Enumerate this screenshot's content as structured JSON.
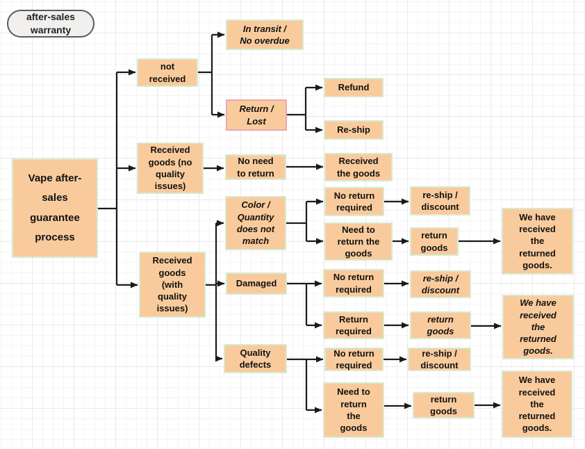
{
  "palette": {
    "node_fill": "#F9CB9C",
    "node_border_green": "#D8EACF",
    "node_border_pink": "#E9A8B2",
    "legend_fill": "#F2F0EF",
    "legend_border": "#5B5B5B",
    "arrow": "#1A1A1A",
    "grid_line": "#ECECEC"
  },
  "nodes": {
    "legend": {
      "label": "after-sales\nwarranty"
    },
    "root": {
      "label": "Vape after-\nsales\nguarantee\nprocess"
    },
    "not_received": {
      "label": "not\nreceived"
    },
    "in_transit": {
      "label": "In transit /\nNo overdue"
    },
    "return_lost": {
      "label": "Return /\nLost"
    },
    "refund": {
      "label": "Refund"
    },
    "reship": {
      "label": "Re-ship"
    },
    "received_no_quality": {
      "label": "Received\ngoods (no\nquality\nissues)"
    },
    "no_need_to_return": {
      "label": "No need\nto return"
    },
    "received_the_goods": {
      "label": "Received\nthe goods"
    },
    "color_quantity": {
      "label": "Color /\nQuantity\ndoes not\nmatch"
    },
    "no_return_required_1": {
      "label": "No return\nrequired"
    },
    "need_to_return_1": {
      "label": "Need to\nreturn the\ngoods"
    },
    "reship_discount_1": {
      "label": "re-ship /\ndiscount"
    },
    "return_goods_1": {
      "label": "return\ngoods"
    },
    "we_received_1": {
      "label": "We have\nreceived\nthe\nreturned\ngoods."
    },
    "received_with_quality": {
      "label": "Received\ngoods\n(with\nquality\nissues)"
    },
    "damaged": {
      "label": "Damaged"
    },
    "no_return_required_2": {
      "label": "No return\nrequired"
    },
    "reship_discount_2": {
      "label": "re-ship /\ndiscount"
    },
    "return_required": {
      "label": "Return\nrequired"
    },
    "return_goods_2": {
      "label": "return\ngoods"
    },
    "we_received_2": {
      "label": "We have\nreceived\nthe\nreturned\ngoods."
    },
    "quality_defects": {
      "label": "Quality\ndefects"
    },
    "no_return_required_3": {
      "label": "No return\nrequired"
    },
    "reship_discount_3": {
      "label": "re-ship /\ndiscount"
    },
    "need_to_return_2": {
      "label": "Need to\nreturn\nthe\ngoods"
    },
    "return_goods_3": {
      "label": "return\ngoods"
    },
    "we_received_3": {
      "label": "We have\nreceived\nthe\nreturned\ngoods."
    }
  }
}
